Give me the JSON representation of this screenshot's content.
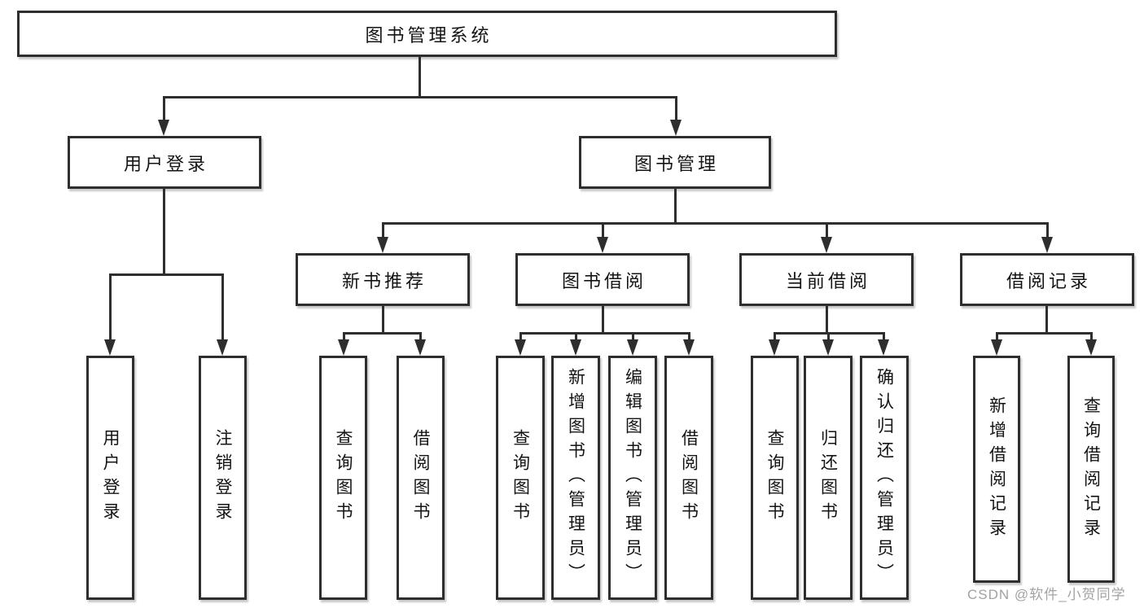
{
  "diagram": {
    "title_node": {
      "label": "图书管理系统"
    },
    "level2": [
      {
        "label": "用户登录"
      },
      {
        "label": "图书管理"
      }
    ],
    "level3": [
      {
        "label": "新书推荐"
      },
      {
        "label": "图书借阅"
      },
      {
        "label": "当前借阅"
      },
      {
        "label": "借阅记录"
      }
    ],
    "leaves": [
      {
        "label": "用户登录"
      },
      {
        "label": "注销登录"
      },
      {
        "label": "查询图书"
      },
      {
        "label": "借阅图书"
      },
      {
        "label": "查询图书"
      },
      {
        "label": "新增图书（管理员）"
      },
      {
        "label": "编辑图书（管理员）"
      },
      {
        "label": "借阅图书"
      },
      {
        "label": "查询图书"
      },
      {
        "label": "归还图书"
      },
      {
        "label": "确认归还（管理员）"
      },
      {
        "label": "新增借阅记录"
      },
      {
        "label": "查询借阅记录"
      }
    ],
    "colors": {
      "line": "#2e2e2e",
      "box_border": "#2e2e2e",
      "text": "#141414",
      "background": "#ffffff",
      "watermark": "#a2a2a2"
    }
  },
  "watermark": {
    "text": "CSDN @软件_小贺同学"
  }
}
